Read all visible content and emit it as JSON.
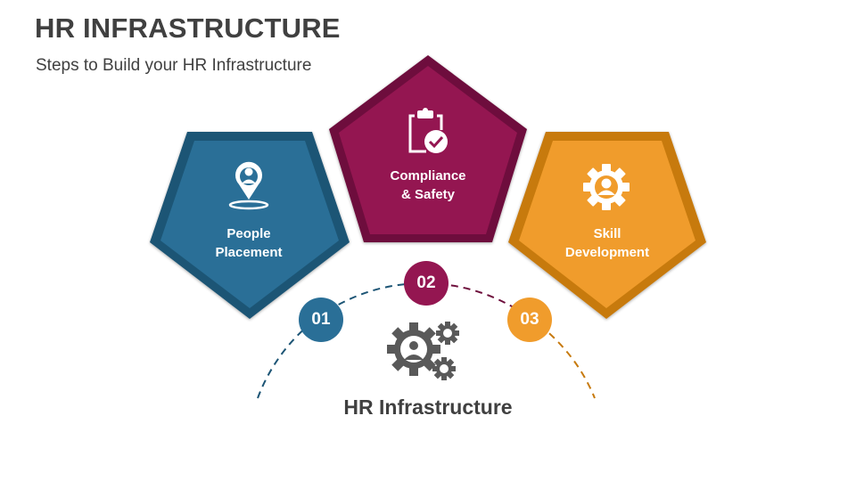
{
  "header": {
    "title": "HR INFRASTRUCTURE",
    "subtitle": "Steps to Build your HR Infrastructure"
  },
  "center": {
    "label": "HR Infrastructure",
    "icon": "gears-person-icon"
  },
  "steps": [
    {
      "number": "01",
      "label_line1": "People",
      "label_line2": "Placement",
      "icon": "location-person-icon",
      "color": "#2A6F97",
      "border": "#1D5575"
    },
    {
      "number": "02",
      "label_line1": "Compliance",
      "label_line2": "& Safety",
      "icon": "clipboard-check-icon",
      "color": "#941651",
      "border": "#6E0F3C"
    },
    {
      "number": "03",
      "label_line1": "Skill",
      "label_line2": "Development",
      "icon": "gear-person-icon",
      "color": "#F09C2C",
      "border": "#C77A0E"
    }
  ],
  "colors": {
    "text": "#404040",
    "icon_gray": "#595959"
  }
}
